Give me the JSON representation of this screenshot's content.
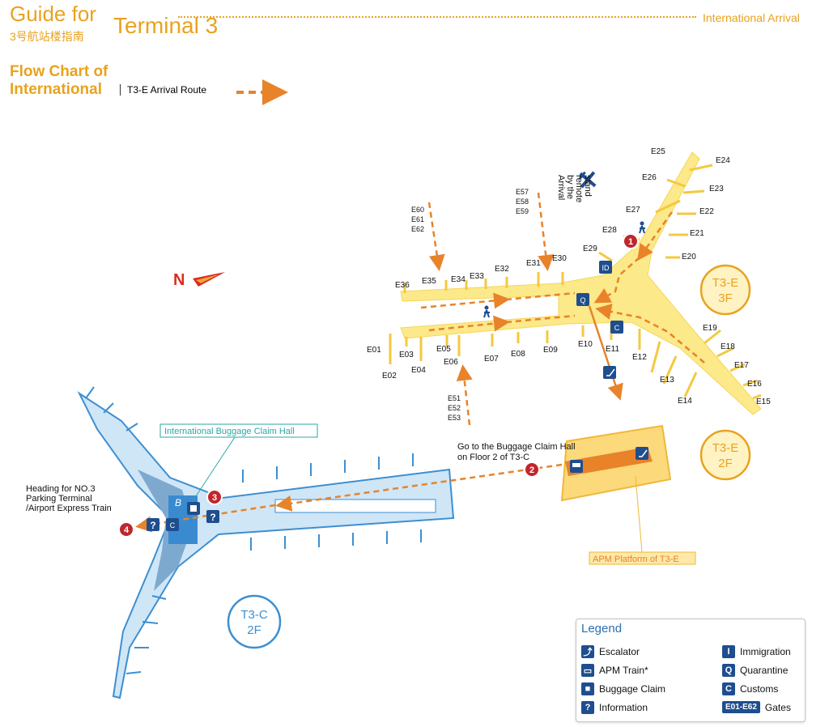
{
  "header": {
    "title": "Guide for",
    "subtitle_cn": "3号航站楼指南",
    "terminal": "Terminal 3",
    "right_label": "International Arrival"
  },
  "flow": {
    "title_line1": "Flow Chart of",
    "title_line2": "International",
    "route_label": "T3-E Arrival Route"
  },
  "north_label": "N",
  "zones": {
    "t3e_3f": [
      "T3-E",
      "3F"
    ],
    "t3e_2f": [
      "T3-E",
      "2F"
    ],
    "t3c_2f": [
      "T3-C",
      "2F"
    ]
  },
  "gates": [
    "E01",
    "E02",
    "E03",
    "E04",
    "E05",
    "E06",
    "E07",
    "E08",
    "E09",
    "E10",
    "E11",
    "E12",
    "E13",
    "E14",
    "E15",
    "E16",
    "E17",
    "E18",
    "E19",
    "E20",
    "E21",
    "E22",
    "E23",
    "E24",
    "E25",
    "E26",
    "E27",
    "E28",
    "E29",
    "E30",
    "E31",
    "E32",
    "E33",
    "E34",
    "E35",
    "E36"
  ],
  "remote_groups": {
    "g1": [
      "E60",
      "E61",
      "E62"
    ],
    "g2": [
      "E57",
      "E58",
      "E59"
    ],
    "g3": [
      "E51",
      "E52",
      "E53"
    ]
  },
  "remote_label": [
    "Arrival",
    "by the",
    "remote",
    "stand"
  ],
  "labels": {
    "buggage_claim_hall": "International Buggage Claim Hall",
    "go_to_claim_line1": "Go to the Buggage Claim Hall",
    "go_to_claim_line2": "on Floor 2 of T3-C",
    "heading_line1": "Heading for NO.3",
    "heading_line2": "Parking Terminal",
    "heading_line3": "/Airport Express Train",
    "apm_platform": "APM Platform of T3-E",
    "baggage_b": "B"
  },
  "steps": [
    "1",
    "2",
    "3",
    "4"
  ],
  "legend": {
    "title": "Legend",
    "items": [
      {
        "icon": "escalator-icon",
        "label": "Escalator"
      },
      {
        "icon": "apm-train-icon",
        "label": "APM Train*"
      },
      {
        "icon": "baggage-claim-icon",
        "label": "Buggage Claim"
      },
      {
        "icon": "information-icon",
        "label": "Information"
      },
      {
        "icon": "immigration-icon",
        "label": "Immigration"
      },
      {
        "icon": "quarantine-icon",
        "label": "Quarantine"
      },
      {
        "icon": "customs-icon",
        "label": "Customs"
      },
      {
        "icon": "gates-badge",
        "label": "Gates",
        "badge": "E01-E62"
      }
    ]
  },
  "colors": {
    "brand_orange": "#e9a21e",
    "route_orange": "#e8832a",
    "t3e_yellow": "#fce98a",
    "t3c_blue": "#cfe6f7",
    "t3c_outline": "#3d8fd0",
    "icon_navy": "#1f4e8f",
    "step_red": "#c0262c"
  }
}
